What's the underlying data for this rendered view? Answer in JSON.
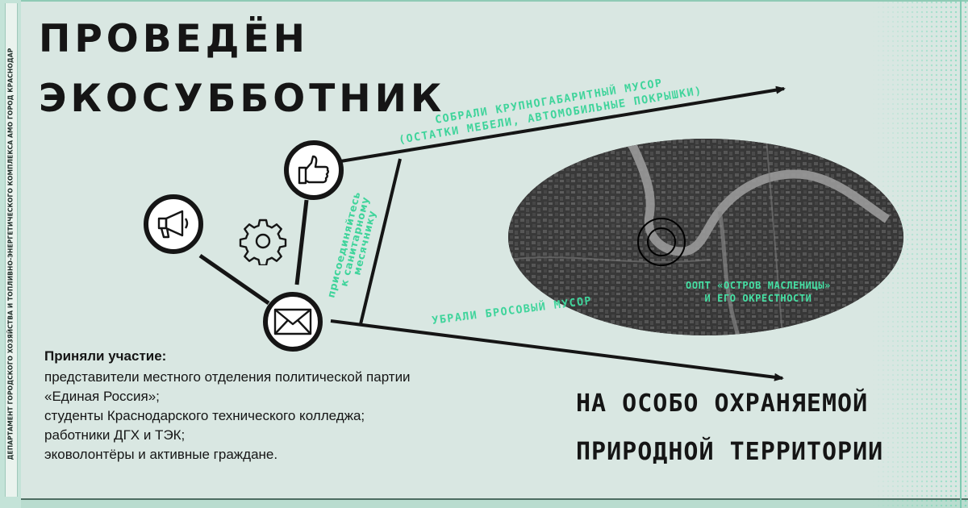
{
  "title": {
    "line1": "ПРОВЕДЁН",
    "line2": "ЭКОСУББОТНИК"
  },
  "side_caption": "ДЕПАРТАМЕНТ ГОРОДСКОГО ХОЗЯЙСТВА И ТОПЛИВНО-ЭНЕРГЕТИЧЕСКОГО КОМПЛЕКСА АМО ГОРОД КРАСНОДАР",
  "arrow_top_label": {
    "line1": "СОБРАЛИ КРУПНОГАБАРИТНЫЙ МУСОР",
    "line2": "(ОСТАТКИ МЕБЕЛИ, АВТОМОБИЛЬНЫЕ ПОКРЫШКИ)"
  },
  "arrow_bottom_label": "УБРАЛИ БРОСОВЫЙ МУСОР",
  "vertical_note": {
    "line1": "присоединяйтесь",
    "line2": "к санитарному",
    "line3": "месячнику"
  },
  "map_label": {
    "line1": "ООПТ «ОСТРОВ МАСЛЕНИЦЫ»",
    "line2": "И ЕГО ОКРЕСТНОСТИ"
  },
  "participants": {
    "heading": "Приняли участие:",
    "items": [
      "представители местного отделения политической партии",
      "«Единая Россия»;",
      "студенты Краснодарского технического колледжа;",
      "работники ДГХ и ТЭК;",
      "эковолонтёры и активные граждане."
    ]
  },
  "bottom_title": {
    "line1": "НА ОСОБО ОХРАНЯЕМОЙ",
    "line2": "ПРИРОДНОЙ ТЕРРИТОРИИ"
  },
  "icons": {
    "thumbs": "thumbs-up-icon",
    "megaphone": "megaphone-icon",
    "gear": "gear-icon",
    "envelope": "envelope-icon"
  },
  "colors": {
    "background": "#d9e7e2",
    "accent": "#4fd6a7",
    "ink": "#151515"
  }
}
